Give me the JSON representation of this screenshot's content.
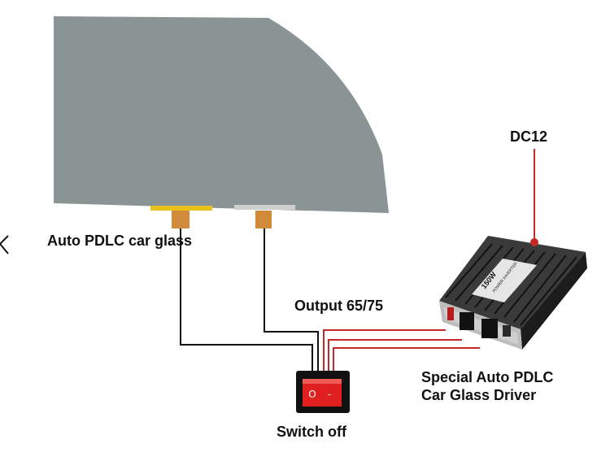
{
  "labels": {
    "car_glass": "Auto PDLC  car glass",
    "output": "Output 65/75",
    "dc": "DC12",
    "switch": "Switch off",
    "driver_line1": "Special Auto PDLC",
    "driver_line2": "Car Glass Driver"
  },
  "switch_symbols": {
    "off": "O",
    "on": "-"
  },
  "inverter_text": {
    "model": "150W",
    "type": "POWER INVERTER"
  },
  "colors": {
    "glass": "#8a9494",
    "connector_left": "#e8c21a",
    "connector_right": "#cfcfcf",
    "tab": "#d08a3a",
    "wire_black": "#111111",
    "wire_red": "#c62828",
    "switch_body": "#111111",
    "switch_rocker": "#e0201e",
    "inverter_body": "#2a2a2a"
  },
  "icons": {
    "left_edge": "chevron-left-icon"
  }
}
